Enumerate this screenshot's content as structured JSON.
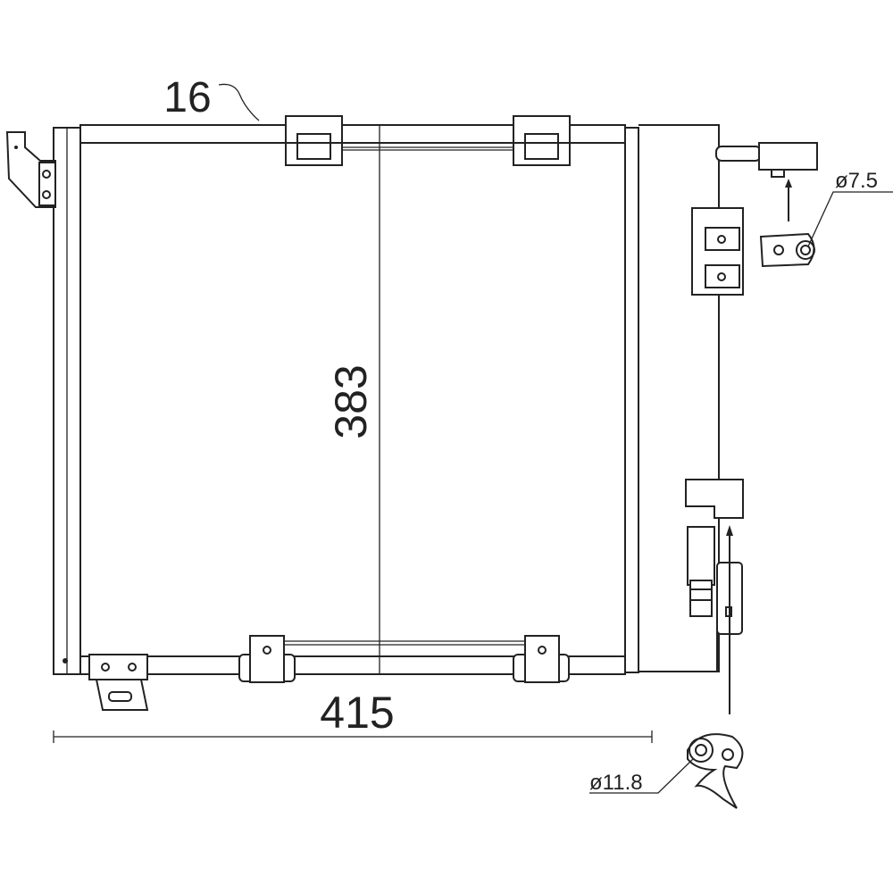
{
  "diagram": {
    "dimensions": {
      "thickness": "16",
      "height": "383",
      "width": "415",
      "outlet_diameter": "ø7.5",
      "inlet_diameter": "ø11.8"
    },
    "colors": {
      "line": "#222222",
      "background": "#ffffff"
    }
  }
}
